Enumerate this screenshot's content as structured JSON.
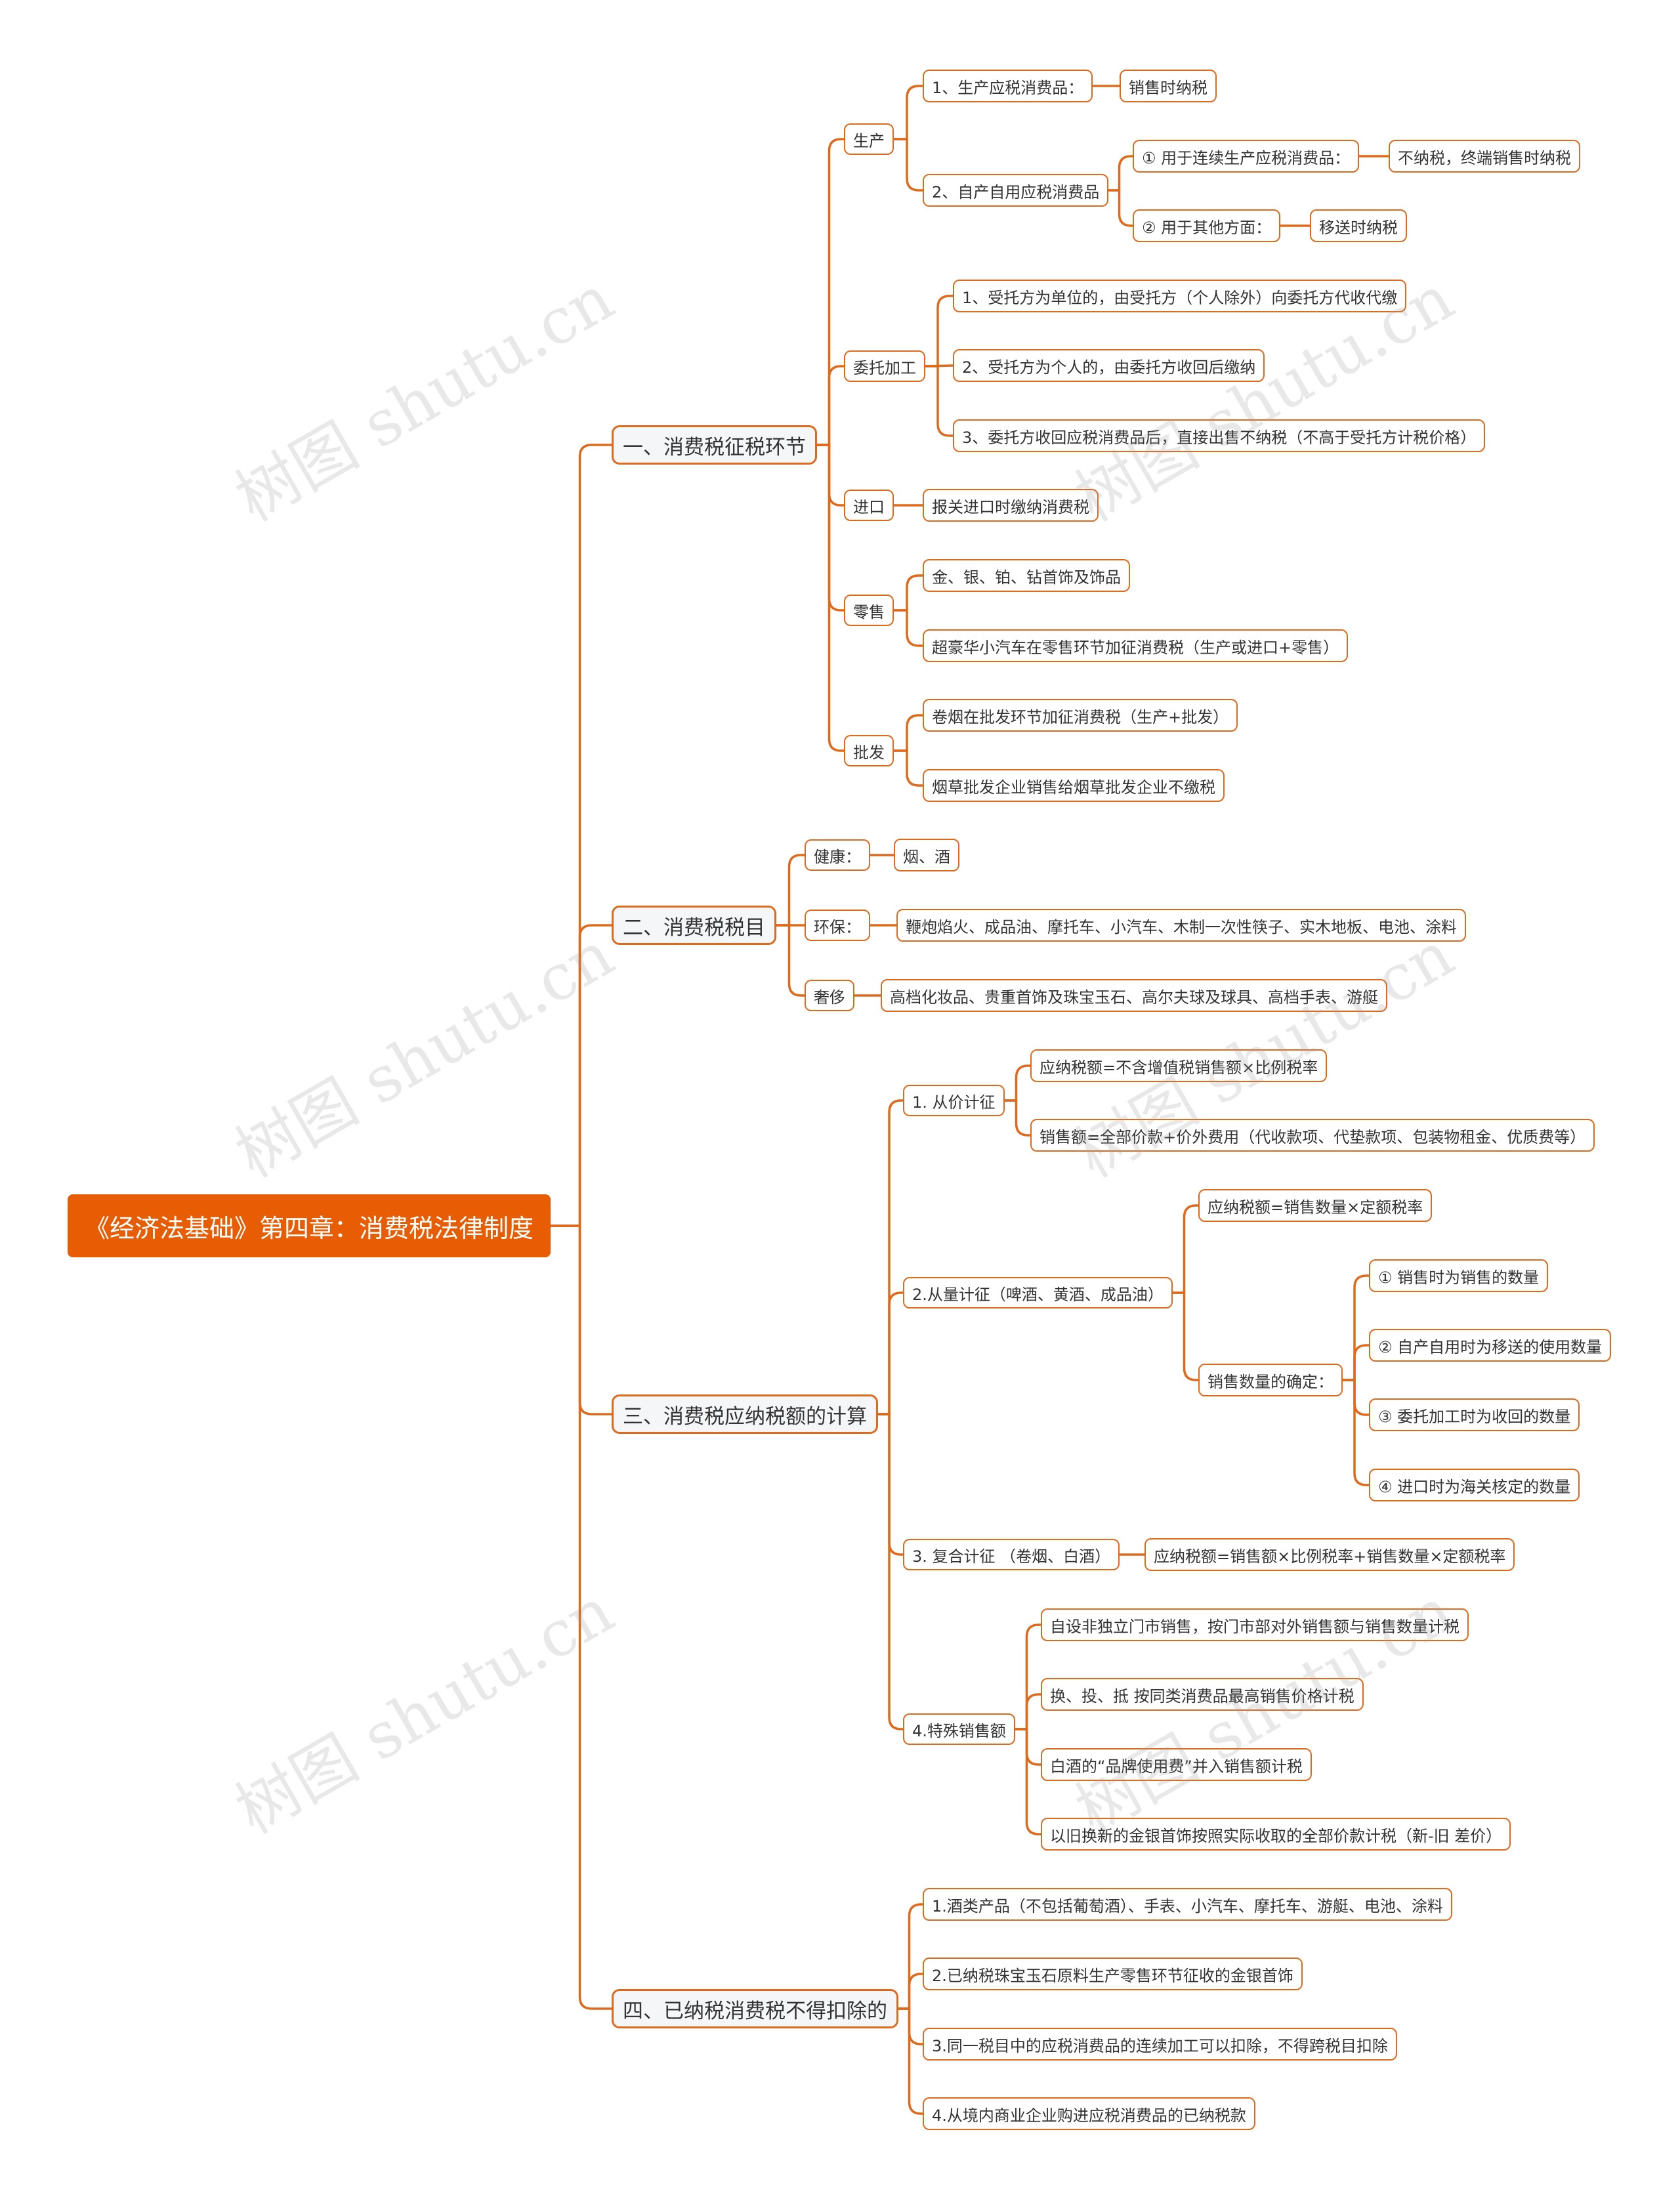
{
  "colors": {
    "accent": "#e85d04",
    "line": "#e06a1b",
    "branch_bg": "#f5f6f8"
  },
  "watermark": "树图 shutu.cn",
  "root": "《经济法基础》第四章：消费税法律制度",
  "branches": [
    {
      "label": "一、消费税征税环节",
      "children": [
        {
          "label": "生产",
          "children": [
            {
              "label": "1、生产应税消费品：",
              "children": [
                {
                  "label": "销售时纳税"
                }
              ]
            },
            {
              "label": "2、自产自用应税消费品",
              "children": [
                {
                  "label": "① 用于连续生产应税消费品：",
                  "children": [
                    {
                      "label": "不纳税，终端销售时纳税"
                    }
                  ]
                },
                {
                  "label": "② 用于其他方面：",
                  "children": [
                    {
                      "label": "移送时纳税"
                    }
                  ]
                }
              ]
            }
          ]
        },
        {
          "label": "委托加工",
          "children": [
            {
              "label": "1、受托方为单位的，由受托方（个人除外）向委托方代收代缴"
            },
            {
              "label": "2、受托方为个人的，由委托方收回后缴纳"
            },
            {
              "label": "3、委托方收回应税消费品后，直接出售不纳税（不高于受托方计税价格）"
            }
          ]
        },
        {
          "label": "进口",
          "children": [
            {
              "label": "报关进口时缴纳消费税"
            }
          ]
        },
        {
          "label": "零售",
          "children": [
            {
              "label": "金、银、铂、钻首饰及饰品"
            },
            {
              "label": "超豪华小汽车在零售环节加征消费税（生产或进口+零售）"
            }
          ]
        },
        {
          "label": "批发",
          "children": [
            {
              "label": "卷烟在批发环节加征消费税（生产+批发）"
            },
            {
              "label": "烟草批发企业销售给烟草批发企业不缴税"
            }
          ]
        }
      ]
    },
    {
      "label": "二、消费税税目",
      "children": [
        {
          "label": "健康：",
          "children": [
            {
              "label": "烟、酒"
            }
          ]
        },
        {
          "label": "环保：",
          "children": [
            {
              "label": "鞭炮焰火、成品油、摩托车、小汽车、木制一次性筷子、实木地板、电池、涂料"
            }
          ]
        },
        {
          "label": "奢侈",
          "children": [
            {
              "label": "高档化妆品、贵重首饰及珠宝玉石、高尔夫球及球具、高档手表、游艇"
            }
          ]
        }
      ]
    },
    {
      "label": "三、消费税应纳税额的计算",
      "children": [
        {
          "label": "1. 从价计征",
          "children": [
            {
              "label": "应纳税额=不含增值税销售额×比例税率"
            },
            {
              "label": "销售额=全部价款+价外费用（代收款项、代垫款项、包装物租金、优质费等）"
            }
          ]
        },
        {
          "label": "2.从量计征（啤酒、黄酒、成品油）",
          "children": [
            {
              "label": "应纳税额=销售数量×定额税率"
            },
            {
              "label": "销售数量的确定：",
              "children": [
                {
                  "label": "① 销售时为销售的数量"
                },
                {
                  "label": "② 自产自用时为移送的使用数量"
                },
                {
                  "label": "③ 委托加工时为收回的数量"
                },
                {
                  "label": "④ 进口时为海关核定的数量"
                }
              ]
            }
          ]
        },
        {
          "label": "3. 复合计征 （卷烟、白酒）",
          "children": [
            {
              "label": "应纳税额=销售额×比例税率+销售数量×定额税率"
            }
          ]
        },
        {
          "label": "4.特殊销售额",
          "children": [
            {
              "label": "自设非独立门市销售，按门市部对外销售额与销售数量计税"
            },
            {
              "label": "换、投、抵 按同类消费品最高销售价格计税"
            },
            {
              "label": "白酒的“品牌使用费”并入销售额计税"
            },
            {
              "label": "以旧换新的金银首饰按照实际收取的全部价款计税（新-旧 差价）"
            }
          ]
        }
      ]
    },
    {
      "label": "四、已纳税消费税不得扣除的",
      "children": [
        {
          "label": "1.酒类产品（不包括葡萄酒）、手表、小汽车、摩托车、游艇、电池、涂料"
        },
        {
          "label": "2.已纳税珠宝玉石原料生产零售环节征收的金银首饰"
        },
        {
          "label": "3.同一税目中的应税消费品的连续加工可以扣除，不得跨税目扣除"
        },
        {
          "label": "4.从境内商业企业购进应税消费品的已纳税款"
        }
      ]
    }
  ]
}
